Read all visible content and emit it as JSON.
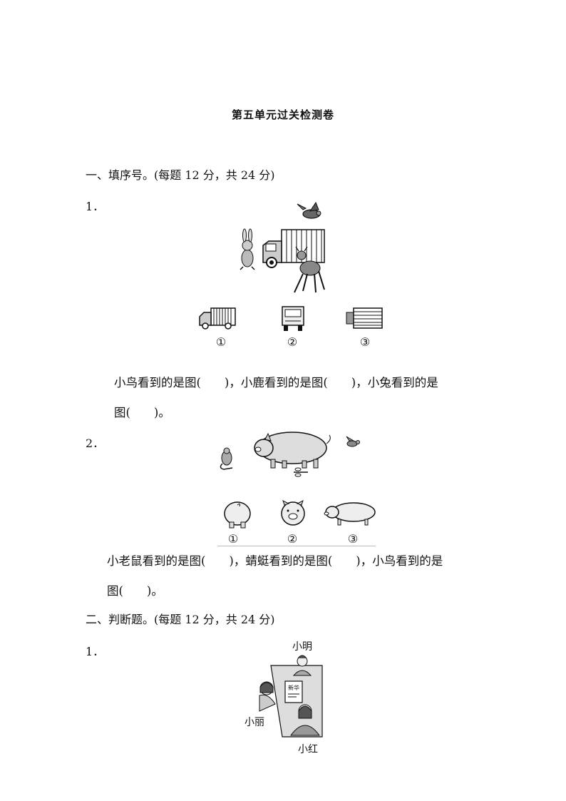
{
  "title": "第五单元过关检测卷",
  "section1": {
    "heading": "一、填序号。(每题 12 分，共 24 分)",
    "q1": {
      "number": "1．",
      "options": [
        "①",
        "②",
        "③"
      ],
      "line1": "小鸟看到的是图(　　)，小鹿看到的是图(　　)，小兔看到的是",
      "line2": "图(　　)。"
    },
    "q2": {
      "number": "2．",
      "options": [
        "①",
        "②",
        "③"
      ],
      "line1": "小老鼠看到的是图(　　)，蜻蜓看到的是图(　　)，小鸟看到的是",
      "line2": "图(　　)。"
    }
  },
  "section2": {
    "heading": "二、判断题。(每题 12 分，共 24 分)",
    "q1": {
      "number": "1．",
      "names": {
        "top": "小明",
        "left": "小丽",
        "bottom": "小红"
      },
      "box_text": "新华"
    }
  }
}
